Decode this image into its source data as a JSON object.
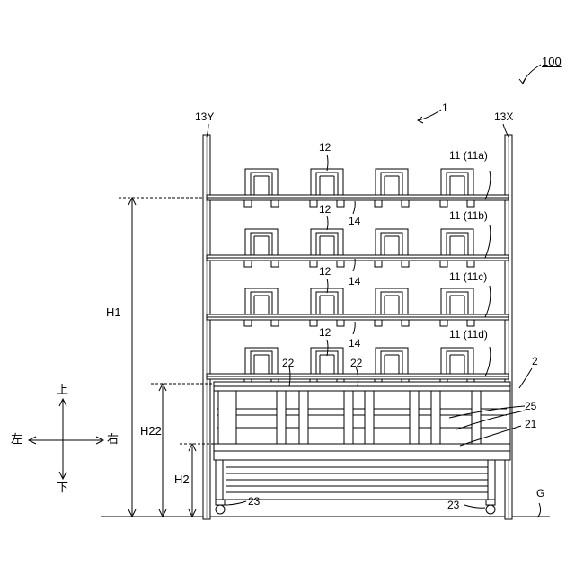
{
  "figure": {
    "refs": {
      "r100": "100",
      "r1": "1",
      "r13y": "13Y",
      "r13x": "13X",
      "r12": "12",
      "r14": "14",
      "r11a": "11 (11a)",
      "r11b": "11 (11b)",
      "r11c": "11 (11c)",
      "r11d": "11 (11d)",
      "r22": "22",
      "r2": "2",
      "r25": "25",
      "r21": "21",
      "r23": "23",
      "rG": "G"
    },
    "dimensions": {
      "h1": "H1",
      "h22": "H22",
      "h2": "H2"
    },
    "directions": {
      "up": "上",
      "down": "下",
      "left": "左",
      "right": "右"
    },
    "holders_per_shelf": 4,
    "shelf_count": 4
  }
}
